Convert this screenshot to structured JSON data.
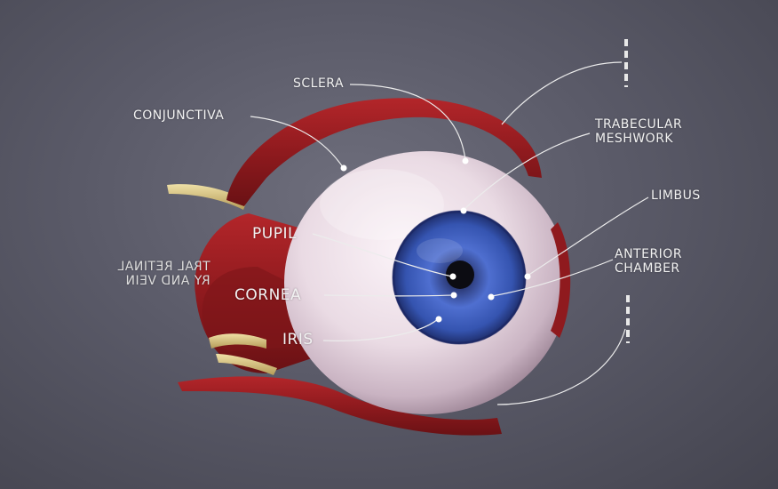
{
  "labels": {
    "sclera": "SCLERA",
    "conjunctiva": "CONJUNCTIVA",
    "trabecular_line1": "TRABECULAR",
    "trabecular_line2": "MESHWORK",
    "limbus": "LIMBUS",
    "anterior_line1": "ANTERIOR",
    "anterior_line2": "CHAMBER",
    "pupil": "PUPIL",
    "cornea": "CORNEA",
    "iris": "IRIS",
    "mirrored_line1": "TRAL RETINAL",
    "mirrored_line2": "RY AND VEIN"
  },
  "colors": {
    "iris": "#3b55b0",
    "muscle": "#9a1f22",
    "nerve": "#d8c68a",
    "sclera": "#ecdde6"
  }
}
